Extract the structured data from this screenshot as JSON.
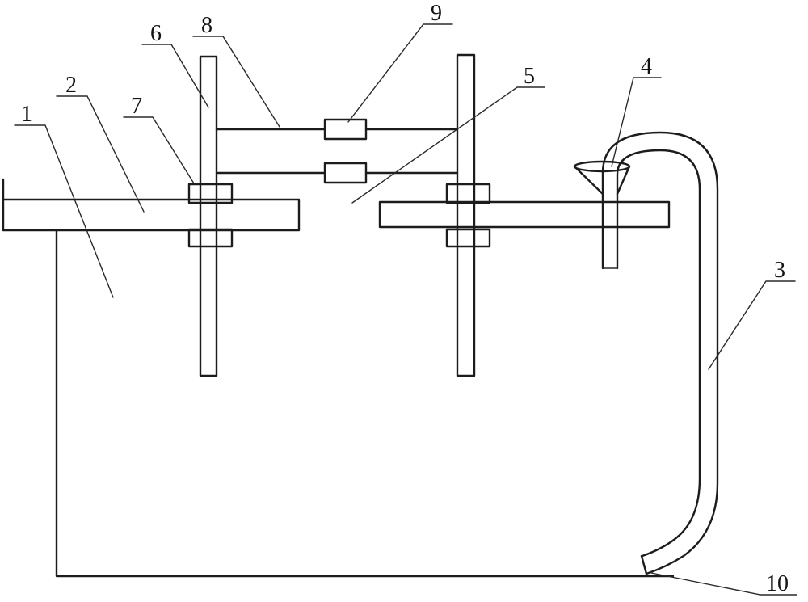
{
  "figure": {
    "kind": "patent-line-drawing",
    "background": "#ffffff",
    "line_color": "#1c1c1c",
    "hatch_color": "#8c8c8c",
    "labels": [
      {
        "id": 1,
        "text": "1"
      },
      {
        "id": 2,
        "text": "2"
      },
      {
        "id": 3,
        "text": "3"
      },
      {
        "id": 4,
        "text": "4"
      },
      {
        "id": 5,
        "text": "5"
      },
      {
        "id": 6,
        "text": "6"
      },
      {
        "id": 7,
        "text": "7"
      },
      {
        "id": 8,
        "text": "8"
      },
      {
        "id": 9,
        "text": "9"
      },
      {
        "id": 10,
        "text": "10"
      }
    ]
  }
}
